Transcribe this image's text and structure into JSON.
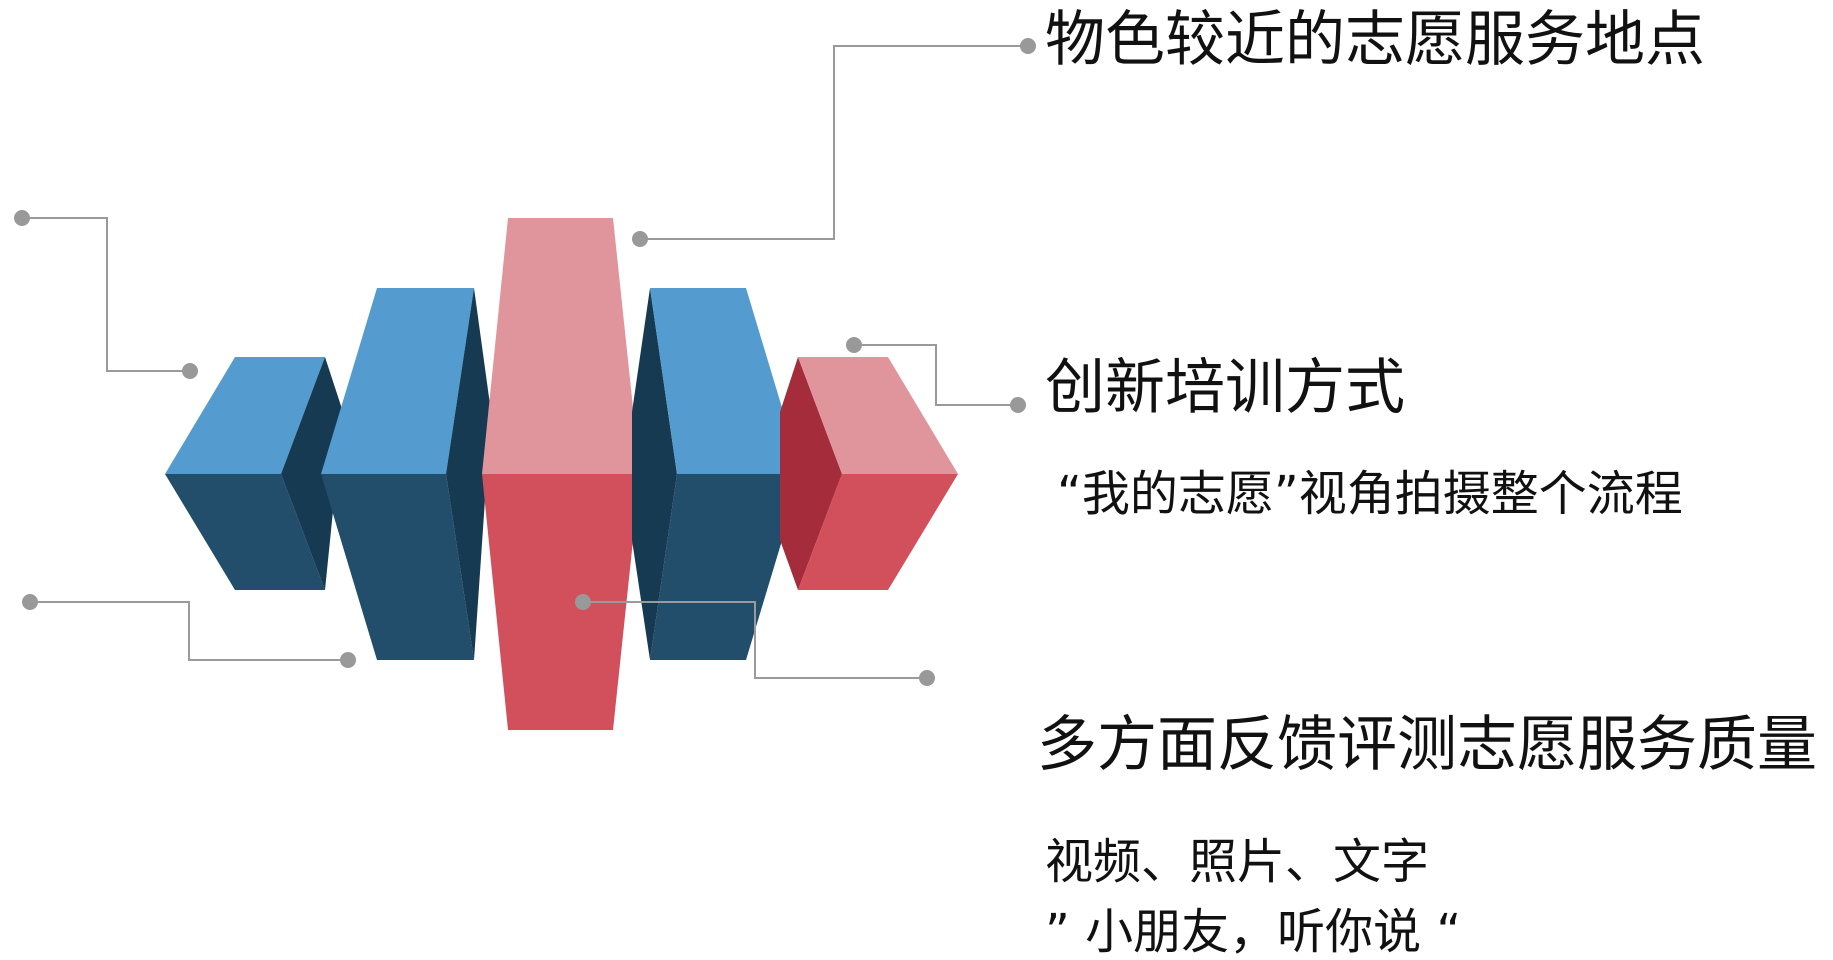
{
  "palette": {
    "blue_top": "#549ccf",
    "blue_front": "#224d6b",
    "blue_side": "#173a53",
    "pink_top": "#e0959c",
    "red_front": "#d2505c",
    "red_side": "#a52c3b",
    "connector": "#9a9a9a",
    "dot": "#999999"
  },
  "points": [
    {
      "title": "物色较近的志愿服务地点",
      "details": []
    },
    {
      "title": "创新培训方式",
      "details": [
        "“我的志愿”视角拍摄整个流程"
      ]
    },
    {
      "title": "多方面反馈评测志愿服务质量",
      "details": [
        "视频、照片、文字",
        "” 小朋友，听你说 “"
      ]
    }
  ]
}
